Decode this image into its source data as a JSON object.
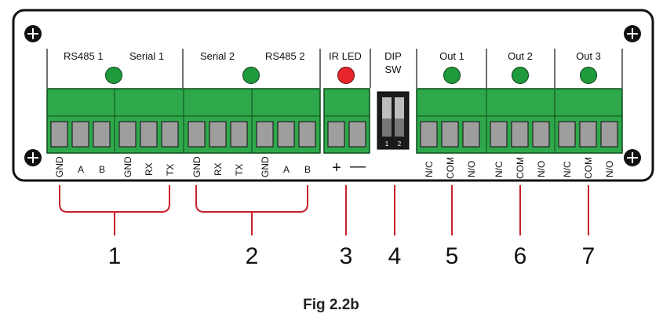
{
  "headers": {
    "rs485_1": "RS485 1",
    "serial_1": "Serial 1",
    "serial_2": "Serial 2",
    "rs485_2": "RS485 2",
    "ir_led": "IR LED",
    "dip_line1": "DIP",
    "dip_line2": "SW",
    "out1": "Out 1",
    "out2": "Out 2",
    "out3": "Out 3"
  },
  "pins": {
    "p1": "GND",
    "p2": "A",
    "p3": "B",
    "p4": "GND",
    "p5": "RX",
    "p6": "TX",
    "p7": "GND",
    "p8": "RX",
    "p9": "TX",
    "p10": "GND",
    "p11": "A",
    "p12": "B",
    "ir_plus": "+",
    "ir_minus": "—",
    "o1a": "N/C",
    "o1b": "COM",
    "o1c": "N/O",
    "o2a": "N/C",
    "o2b": "COM",
    "o2c": "N/O",
    "o3a": "N/C",
    "o3b": "COM",
    "o3c": "N/O"
  },
  "dip_numbers": {
    "n1": "1",
    "n2": "2"
  },
  "callouts": {
    "c1": "1",
    "c2": "2",
    "c3": "3",
    "c4": "4",
    "c5": "5",
    "c6": "6",
    "c7": "7"
  },
  "caption": "Fig 2.2b",
  "colors": {
    "terminal_green": "#2ea84a",
    "led_green": "#1f9a3c",
    "led_red": "#e8252b",
    "callout_red": "#c8202a"
  }
}
